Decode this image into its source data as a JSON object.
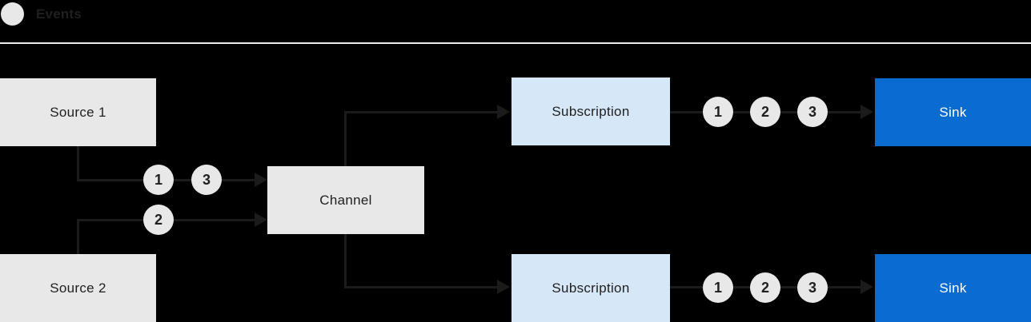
{
  "legend": {
    "label": "Events",
    "dot_icon": "event-dot-icon"
  },
  "colors": {
    "background": "#000000",
    "box_gray": "#e8e8e8",
    "box_light_blue": "#d6e7f8",
    "box_blue": "#0a6bd0",
    "line": "#1b1b1b",
    "text_dark": "#1f1f1f",
    "text_light": "#ffffff",
    "divider": "#ececec"
  },
  "nodes": {
    "source1": {
      "label": "Source 1"
    },
    "source2": {
      "label": "Source 2"
    },
    "channel": {
      "label": "Channel"
    },
    "subscription_top": {
      "label": "Subscription"
    },
    "subscription_bottom": {
      "label": "Subscription"
    },
    "sink_top": {
      "label": "Sink"
    },
    "sink_bottom": {
      "label": "Sink"
    }
  },
  "event_markers": {
    "source1_to_channel": [
      "1",
      "3"
    ],
    "source2_to_channel": [
      "2"
    ],
    "subscription_top_to_sink": [
      "1",
      "2",
      "3"
    ],
    "subscription_bottom_to_sink": [
      "1",
      "2",
      "3"
    ]
  }
}
